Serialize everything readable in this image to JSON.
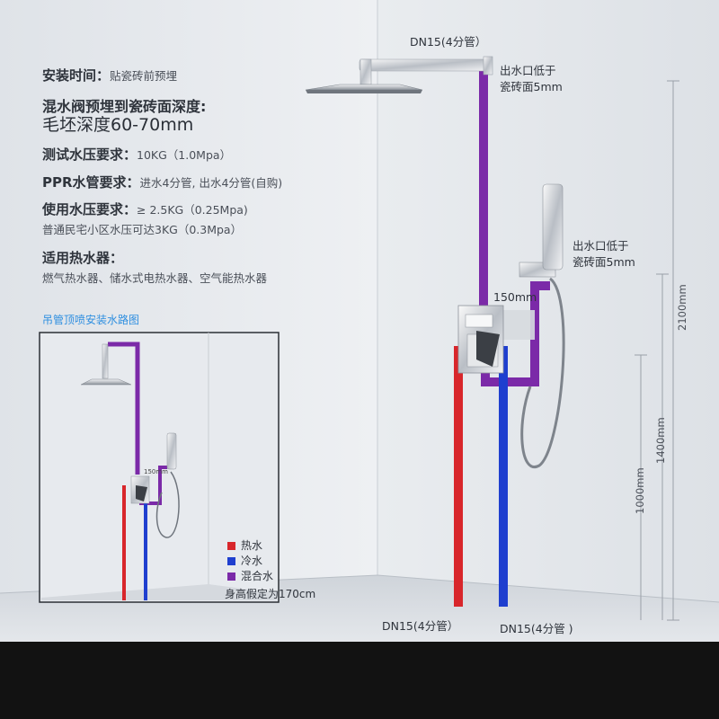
{
  "specs": {
    "install_time_label": "安装时间：",
    "install_time_value": "贴瓷砖前预埋",
    "depth_title": "混水阀预埋到瓷砖面深度:",
    "depth_value": "毛坯深度60-70mm",
    "test_pressure_label": "测试水压要求：",
    "test_pressure_value": "10KG（1.0Mpa）",
    "ppr_label": "PPR水管要求：",
    "ppr_value": "进水4分管, 出水4分管(自购)",
    "use_pressure_label": "使用水压要求：",
    "use_pressure_value": "≥ 2.5KG（0.25Mpa)",
    "use_pressure_note": "普通民宅小区水压可达3KG（0.3Mpa）",
    "heater_label": "适用热水器：",
    "heater_value": "燃气热水器、储水式电热水器、空气能热水器"
  },
  "inset": {
    "title": "吊管顶喷安装水路图",
    "dim_150": "150mm"
  },
  "legend": {
    "hot": "热水",
    "cold": "冷水",
    "mixed": "混合水",
    "height_note": "身高假定为170cm",
    "colors": {
      "hot": "#d8262b",
      "cold": "#1f3fcf",
      "mixed": "#7b2aa8"
    }
  },
  "diagram": {
    "top_pipe": "DN15(4分管）",
    "outlet_top_line1": "出水口低于",
    "outlet_top_line2": "瓷砖面5mm",
    "outlet_mid_line1": "出水口低于",
    "outlet_mid_line2": "瓷砖面5mm",
    "dim_150": "150mm",
    "bottom_hot_pipe": "DN15(4分管）",
    "bottom_cold_pipe": "DN15(4分管 )",
    "dim_2100": "2100mm",
    "dim_1400": "1400mm",
    "dim_1000": "1000mm"
  }
}
